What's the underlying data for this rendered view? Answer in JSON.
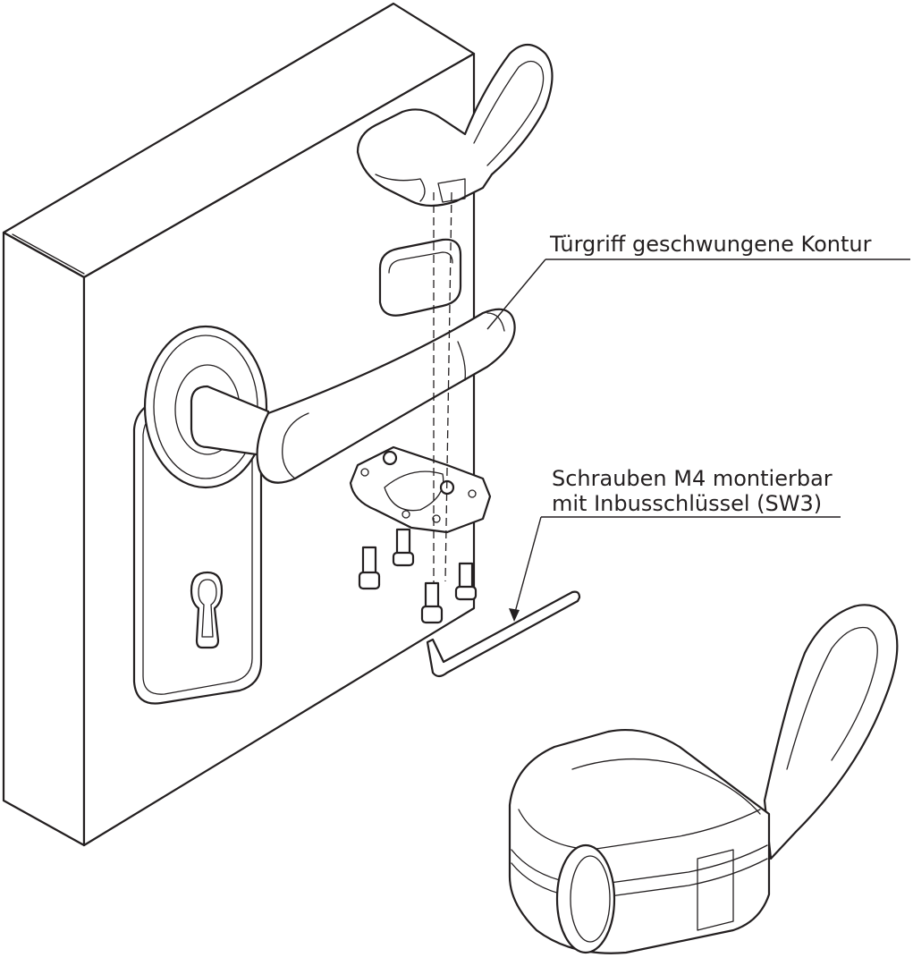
{
  "labels": {
    "handle": "Türgriff geschwungene Kontur",
    "screws_line1": "Schrauben M4 montierbar",
    "screws_line2": "mit Inbusschlüssel (SW3)"
  }
}
